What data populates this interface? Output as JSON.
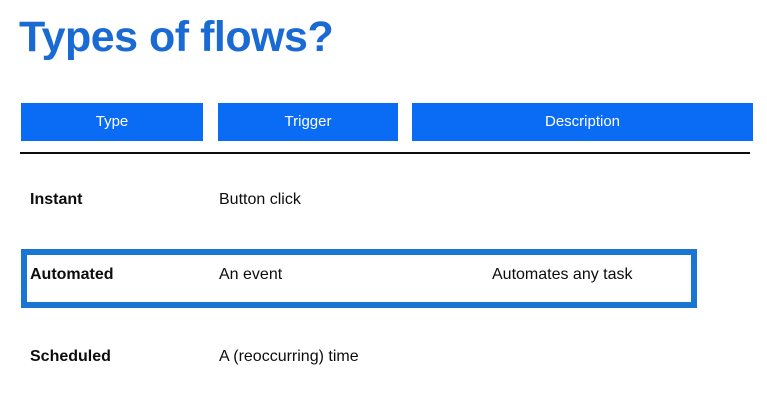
{
  "slide": {
    "title": "Types of flows?",
    "title_color": "#1A6AD4",
    "background_color": "#ffffff"
  },
  "table": {
    "header_background": "#0A6CF5",
    "header_text_color": "#ffffff",
    "rule_color": "#0d0d0d",
    "columns": [
      {
        "key": "type",
        "label": "Type"
      },
      {
        "key": "trigger",
        "label": "Trigger"
      },
      {
        "key": "description",
        "label": "Description"
      }
    ],
    "rows": [
      {
        "type": "Instant",
        "trigger": "Button click",
        "description": "",
        "highlighted": false
      },
      {
        "type": "Automated",
        "trigger": "An event",
        "description": "Automates any task",
        "highlighted": true
      },
      {
        "type": "Scheduled",
        "trigger": "A (reoccurring) time",
        "description": "",
        "highlighted": false
      }
    ]
  },
  "highlight": {
    "border_color": "#1A76D2",
    "target_row": "Automated"
  }
}
